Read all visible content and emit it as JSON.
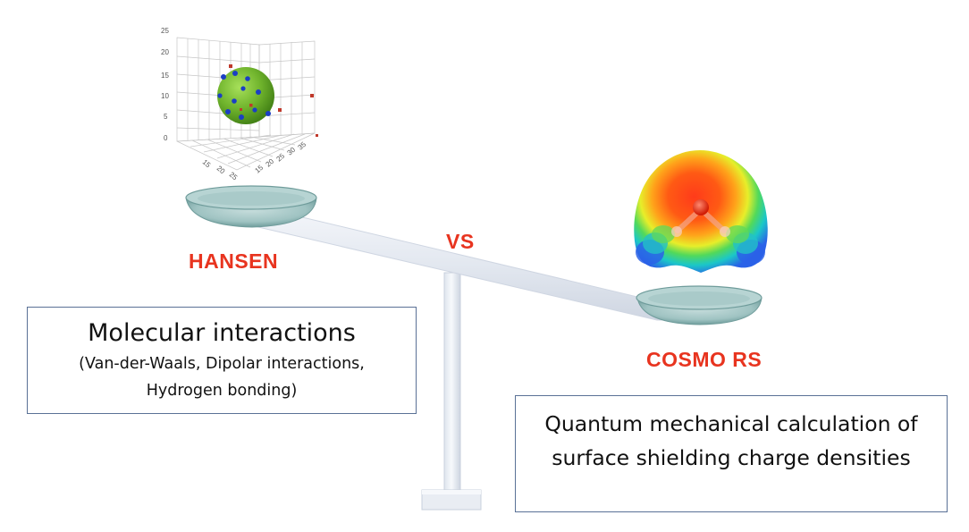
{
  "labels": {
    "hansen": "HANSEN",
    "vs": "VS",
    "cosmo": "COSMO RS"
  },
  "hansen_box": {
    "title": "Molecular interactions",
    "subtitle_line1": "(Van-der-Waals, Dipolar interactions,",
    "subtitle_line2": "Hydrogen bonding)"
  },
  "cosmo_box": {
    "description": "Quantum mechanical calculation of surface shielding charge densities"
  },
  "hansen_plot": {
    "z_ticks": [
      "25",
      "20",
      "15",
      "10",
      "5",
      "0"
    ],
    "x_ticks": [
      "15",
      "20",
      "25"
    ],
    "y_ticks": [
      "15",
      "20",
      "25",
      "30",
      "35"
    ]
  },
  "colors": {
    "label_red": "#e8341f",
    "sphere_green": "#6fb32c",
    "point_blue": "#1b3fc4",
    "point_red": "#c0392b",
    "box_border": "#5a7196",
    "pan_teal": "#9fc3c2",
    "beam_gray": "#e6ebf2"
  },
  "icons": {
    "hansen_sphere": "hansen-solubility-sphere-plot",
    "cosmo_surface": "cosmo-sigma-surface-molecule",
    "balance": "balance-scale"
  }
}
